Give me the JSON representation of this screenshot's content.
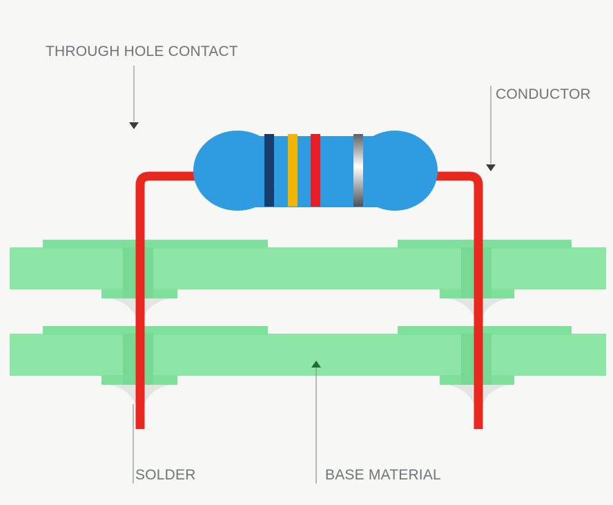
{
  "labels": {
    "through_hole_contact": "THROUGH HOLE CONTACT",
    "conductor": "CONDUCTOR",
    "solder": "SOLDER",
    "base_material": "BASE MATERIAL"
  },
  "colors": {
    "background": "#f7f8f6",
    "board": "#8ee6a6",
    "board_pad": "#7fe09b",
    "lead": "#e8271f",
    "resistor_body": "#2f9be0",
    "solder": "#e3e5e3",
    "label_text": "#6f7478",
    "pointer": "#3a3d40",
    "band_1": "#173d6e",
    "band_2": "#f5b400",
    "band_3": "#e61f26",
    "band_4": "#c9ced2"
  },
  "resistor": {
    "band_colors": [
      "blue",
      "orange",
      "red",
      "silver"
    ]
  }
}
